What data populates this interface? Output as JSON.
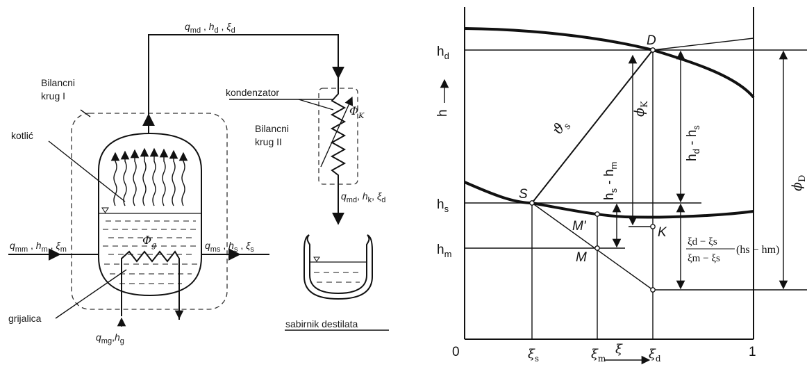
{
  "left": {
    "vapor_out": "q_md , h_d , ξ_d",
    "vapor_out_parts": {
      "q": "q",
      "q_sub": "md",
      "h": "h",
      "h_sub": "d",
      "xi": "ξ",
      "xi_sub": "d"
    },
    "balance_circle_1": [
      "Bilancni",
      "krug I"
    ],
    "kettle": "kotlić",
    "condenser": "kondenzator",
    "balance_circle_2": [
      "Bilancni",
      "krug II"
    ],
    "phi_k": "Φ",
    "phi_k_sub": "K",
    "phi_g": "Φ",
    "phi_g_sub": "g",
    "feed": {
      "q": "q",
      "q_sub": "mm",
      "h": "h",
      "h_sub": "m",
      "xi": "ξ",
      "xi_sub": "m"
    },
    "residue": {
      "q": "q",
      "q_sub": "ms",
      "h": "h",
      "h_sub": "s",
      "xi": "ξ",
      "xi_sub": "s"
    },
    "condensate": {
      "q": "q",
      "q_sub": "md",
      "h": "h",
      "h_sub": "k",
      "xi": "ξ",
      "xi_sub": "d"
    },
    "heater": "grijalica",
    "heating": {
      "q": "q",
      "q_sub": "mg",
      "h": "h",
      "h_sub": "g"
    },
    "receiver": "sabirnik destilata"
  },
  "right": {
    "axis_h": "h",
    "tick_hd": {
      "main": "h",
      "sub": "d"
    },
    "tick_hs": {
      "main": "h",
      "sub": "s"
    },
    "tick_hm": {
      "main": "h",
      "sub": "m"
    },
    "x0": "0",
    "x1": "1",
    "xi_s": {
      "main": "ξ",
      "sub": "s"
    },
    "xi_m": {
      "main": "ξ",
      "sub": "m"
    },
    "xi": "ξ",
    "xi_d": {
      "main": "ξ",
      "sub": "d"
    },
    "point_D": "D",
    "point_S": "S",
    "point_M1": "M'",
    "point_M": "M",
    "point_K": "K",
    "theta_s": {
      "main": "ϑ",
      "sub": "s"
    },
    "hs_hm": {
      "a": "h",
      "a_sub": "s",
      "op": " - ",
      "b": "h",
      "b_sub": "m"
    },
    "phi_K": {
      "main": "ϕ",
      "sub": "K"
    },
    "hd_hs": {
      "a": "h",
      "a_sub": "d",
      "op": " - ",
      "b": "h",
      "b_sub": "s"
    },
    "phi_D": {
      "main": "ϕ",
      "sub": "D"
    },
    "fraction": {
      "num": "ξd − ξs",
      "den": "ξm − ξs",
      "tail": "(hs − hm)"
    }
  }
}
